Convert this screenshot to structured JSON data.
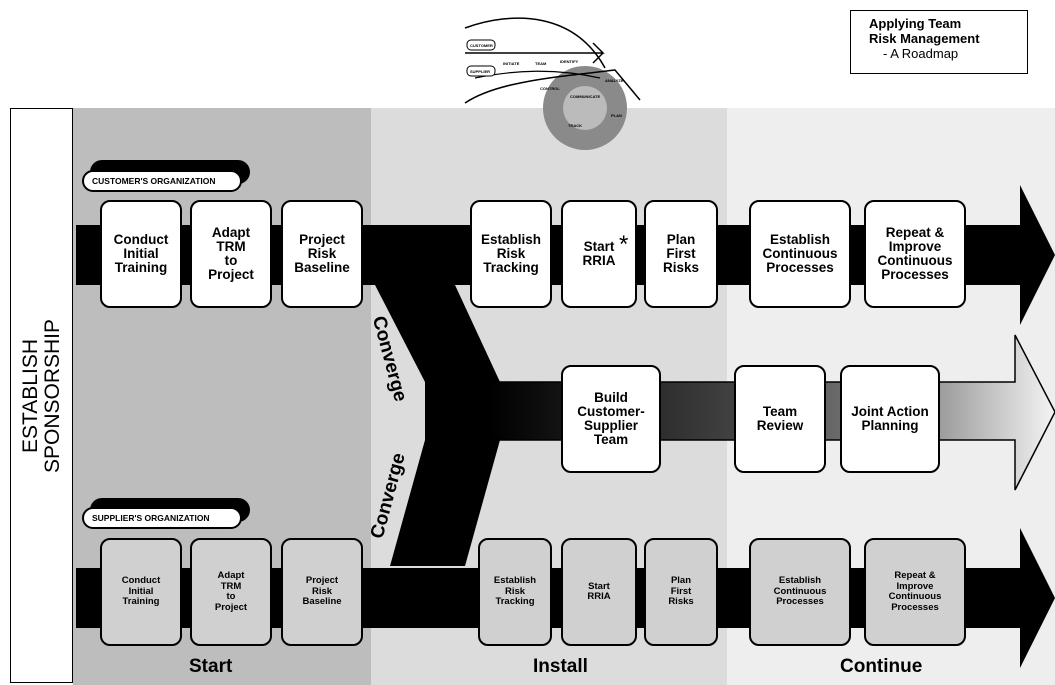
{
  "title": {
    "line1": "Applying Team",
    "line2": "Risk Management",
    "line3": "- A Roadmap"
  },
  "sponsorship": "ESTABLISH\nSPONSORSHIP",
  "phases": [
    "Start",
    "Install",
    "Continue"
  ],
  "converge_labels": [
    "Converge",
    "Converge"
  ],
  "customer_org": {
    "label": "CUSTOMER'S ORGANIZATION",
    "steps": [
      "Conduct\nInitial\nTraining",
      "Adapt\nTRM\nto\nProject",
      "Project\nRisk\nBaseline",
      "Establish\nRisk\nTracking",
      "Start\nRRIA",
      "Plan\nFirst\nRisks",
      "Establish\nContinuous\nProcesses",
      "Repeat &\nImprove\nContinuous\nProcesses"
    ]
  },
  "joint_team": {
    "steps": [
      "Build\nCustomer-\nSupplier\nTeam",
      "Team\nReview",
      "Joint Action\nPlanning"
    ]
  },
  "supplier_org": {
    "label": "SUPPLIER'S ORGANIZATION",
    "steps": [
      "Conduct\nInitial\nTraining",
      "Adapt\nTRM\nto\nProject",
      "Project\nRisk\nBaseline",
      "Establish\nRisk\nTracking",
      "Start\nRRIA",
      "Plan\nFirst\nRisks",
      "Establish\nContinuous\nProcesses",
      "Repeat &\nImprove\nContinuous\nProcesses"
    ]
  },
  "asterisk": "*",
  "mini_diagram": {
    "labels": [
      "CUSTOMER",
      "SUPPLIER",
      "INITIATE",
      "TEAM",
      "IDENTIFY",
      "ANALYZE",
      "CONTROL",
      "COMMUNICATE",
      "TRACK",
      "PLAN"
    ]
  },
  "colors": {
    "phase_start": "#bdbdbd",
    "phase_install": "#dcdcdc",
    "phase_continue": "#eeeeee",
    "arrow": "#000000",
    "supplier_box": "#d0d0d0"
  }
}
